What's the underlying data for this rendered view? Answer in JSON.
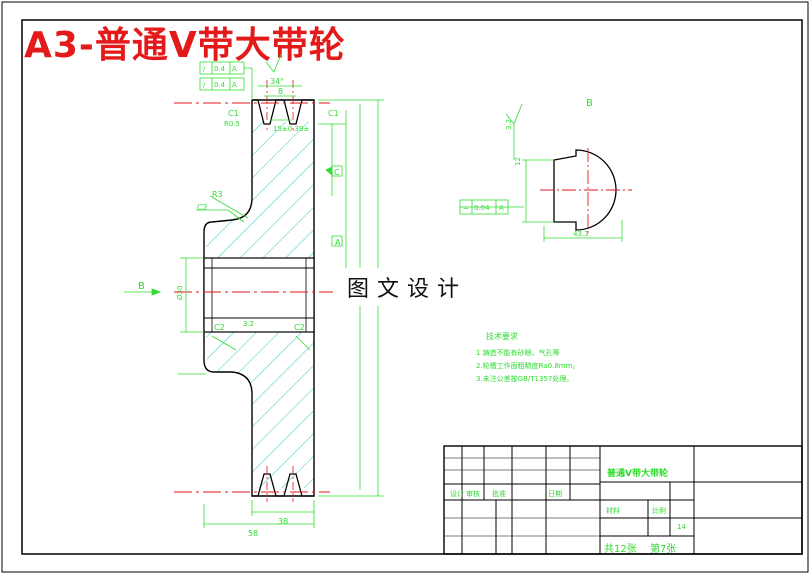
{
  "title": "A3-普通V带大带轮",
  "watermark": "图文设计",
  "view_label_b": "B",
  "arrow_label_b": "B",
  "tech_notes": {
    "heading": "技术要求",
    "items": [
      "1.铸造不能有砂眼、气孔等",
      "2.轮槽工作面粗糙度Ra0.8mm。",
      "3.未注公差按GB/T1357处理。"
    ]
  },
  "title_block": {
    "part_name": "普通V带大带轮",
    "scale_label": "比例",
    "material_label": "材料",
    "drawn_label": "设计",
    "check_label": "审核",
    "approve_label": "批准",
    "date_label": "日期",
    "qty": "14",
    "sheet": "共12张",
    "page": "第7张"
  },
  "dimensions": {
    "groove_angle": "34°",
    "groove_pitch": "8",
    "face_width_bottom": "38",
    "overall_width": "58",
    "bore": "Ø30",
    "keyway": "43.3",
    "keywidth": "12",
    "fillet": "R3",
    "chamfer_left": "C2",
    "chamfer_bot1": "C2",
    "chamfer_bot2": "C2",
    "c1_left": "C1",
    "c1_right": "C1",
    "ra_top": "R0.5",
    "surface": "3.2",
    "datum_a": "A",
    "datum_c": "C",
    "tol_1": "0.4",
    "tol_2": "0.4",
    "tol_3": "0.04"
  }
}
